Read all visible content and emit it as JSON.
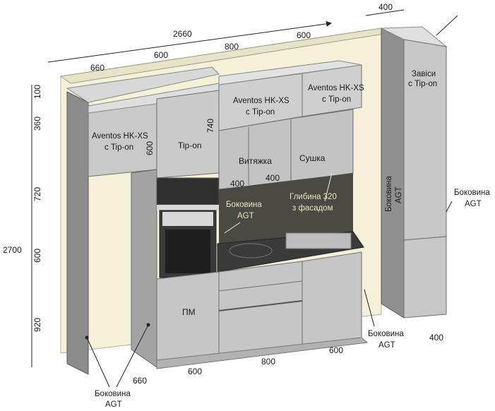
{
  "colors": {
    "cabinet_face": "#c8c8c8",
    "cabinet_side": "#9a9a9a",
    "cabinet_top": "#e2e2e2",
    "wall": "#f4f1d8",
    "backsplash": "#4a4a42",
    "appliance": "#2b2b2b",
    "worktop": "#3a3a3a",
    "annotation_light": "#e9e2c6"
  },
  "dimensions": {
    "top_width_total": "2660",
    "top_seg_660": "660",
    "top_seg_600_a": "600",
    "top_seg_800": "800",
    "top_seg_600_b": "600",
    "column_depth": "400",
    "height_100": "100",
    "height_360": "360",
    "height_740": "740",
    "height_720": "720",
    "height_600": "600",
    "height_920": "920",
    "height_total": "2700",
    "wall_cab_depth_600": "600",
    "hood_depth_left": "400",
    "hood_depth_right": "400",
    "bottom_600_left": "600",
    "bottom_800": "800",
    "bottom_600_right": "600",
    "bottom_660": "660",
    "bottom_column_400": "400"
  },
  "labels": {
    "aventos_left": [
      "Aventos HK-XS",
      "с Tip-on"
    ],
    "aventos_mid": [
      "Aventos HK-XS",
      "с Tip-on"
    ],
    "aventos_right": [
      "Aventos HK-XS",
      "с Tip-on"
    ],
    "tip_on": "Tip-on",
    "hood": "Витяжка",
    "dryer": "Сушка",
    "hinges": [
      "Завіси",
      "с Tip-on"
    ],
    "side_panel_center": [
      "Боковина",
      "AGT"
    ],
    "depth_note": [
      "Глибина 320",
      "з фасадом"
    ],
    "dishwasher": "ПМ",
    "side_panel_column": [
      "Боковина",
      "AGT"
    ],
    "side_panel_right": [
      "Боковина",
      "AGT"
    ],
    "side_panel_bottom_right": [
      "Боковина",
      "AGT"
    ],
    "side_panel_bottom_left": [
      "Боковина",
      "AGT"
    ]
  }
}
